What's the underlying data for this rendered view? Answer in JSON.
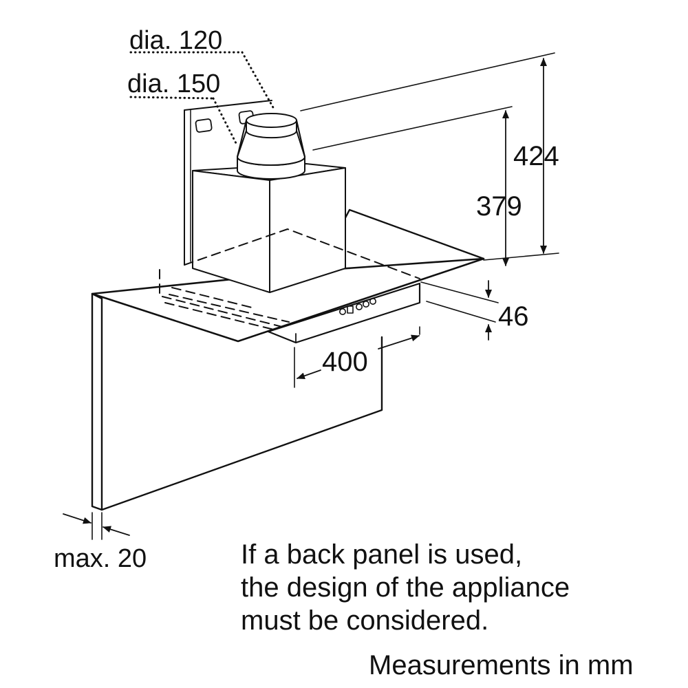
{
  "diagram": {
    "dimensions": {
      "duct_dia_small": "dia. 120",
      "duct_dia_large": "dia. 150",
      "total_height": "424",
      "chimney_height": "379",
      "canopy_thickness": "46",
      "depth": "400",
      "panel_thickness": "max. 20"
    },
    "note_lines": [
      "If a back panel is used,",
      "the design of the appliance",
      "must be considered."
    ],
    "footer": "Measurements in mm",
    "colors": {
      "line": "#111111",
      "background": "#ffffff"
    }
  }
}
